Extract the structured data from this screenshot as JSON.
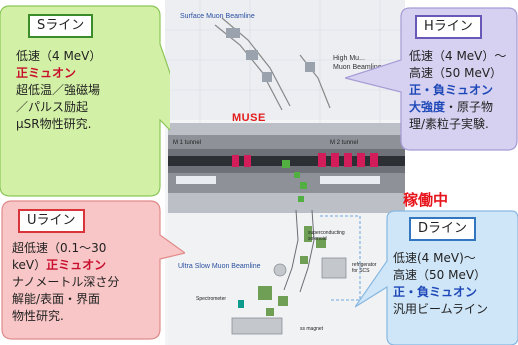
{
  "map": {
    "surface_beamline": "Surface Muon Beamline",
    "high_beamline_line1": "High Mu...",
    "high_beamline_line2": "Muon Beamline",
    "muse": "MUSE",
    "m1_tunnel": "M 1 tunnel",
    "m2_tunnel": "M 2 tunnel",
    "ultra_slow_beamline": "Ultra Slow Muon Beamline",
    "superconducting_line1": "superconducting",
    "superconducting_line2": "solenoid",
    "refrigerator_line1": "refrigerator",
    "refrigerator_line2": "for SCS",
    "spectrometer": "Spectrometer",
    "ss_magnet": "ss magnet"
  },
  "status": "稼働中",
  "colors": {
    "s_fill": "#d3f1a6",
    "s_stroke": "#8cc65a",
    "s_title_border": "#3b8c2b",
    "h_fill": "#d6d1f0",
    "h_stroke": "#a79bd6",
    "h_title_border": "#6a58b8",
    "u_fill": "#f8c6c6",
    "u_stroke": "#e08a8a",
    "u_title_border": "#d9343a",
    "d_fill": "#cfe6f8",
    "d_stroke": "#88b8e0",
    "d_title_border": "#3376c0",
    "red_text": "#c8102e",
    "blue_text": "#1f49b8",
    "status": "#e8141c"
  },
  "callouts": {
    "s": {
      "title": "Sライン",
      "speed": "低速（4 MeV）",
      "particle": "正ミュオン",
      "research_1": "超低温／強磁場",
      "research_2": "／パルス励起",
      "research_3": "μSR物性研究."
    },
    "h": {
      "title": "Hライン",
      "speed_low": "低速（4 MeV）～",
      "speed_high": "高速（50 MeV）",
      "particle": "正・負ミュオン",
      "intensity": "大強度",
      "research_1_suffix": "・原子物",
      "research_2": "理/素粒子実験."
    },
    "u": {
      "title": "Uライン",
      "speed_1": "超低速（0.1～30",
      "speed_2": "keV）",
      "particle": "正ミュオン",
      "research_1": "ナノメートル深さ分",
      "research_2": "解能/表面・界面",
      "research_3": "物性研究."
    },
    "d": {
      "title": "Dライン",
      "speed_low": "低速(4 MeV)～",
      "speed_high": "高速（50 MeV）",
      "particle": "正・負ミュオン",
      "usage": "汎用ビームライン"
    }
  }
}
